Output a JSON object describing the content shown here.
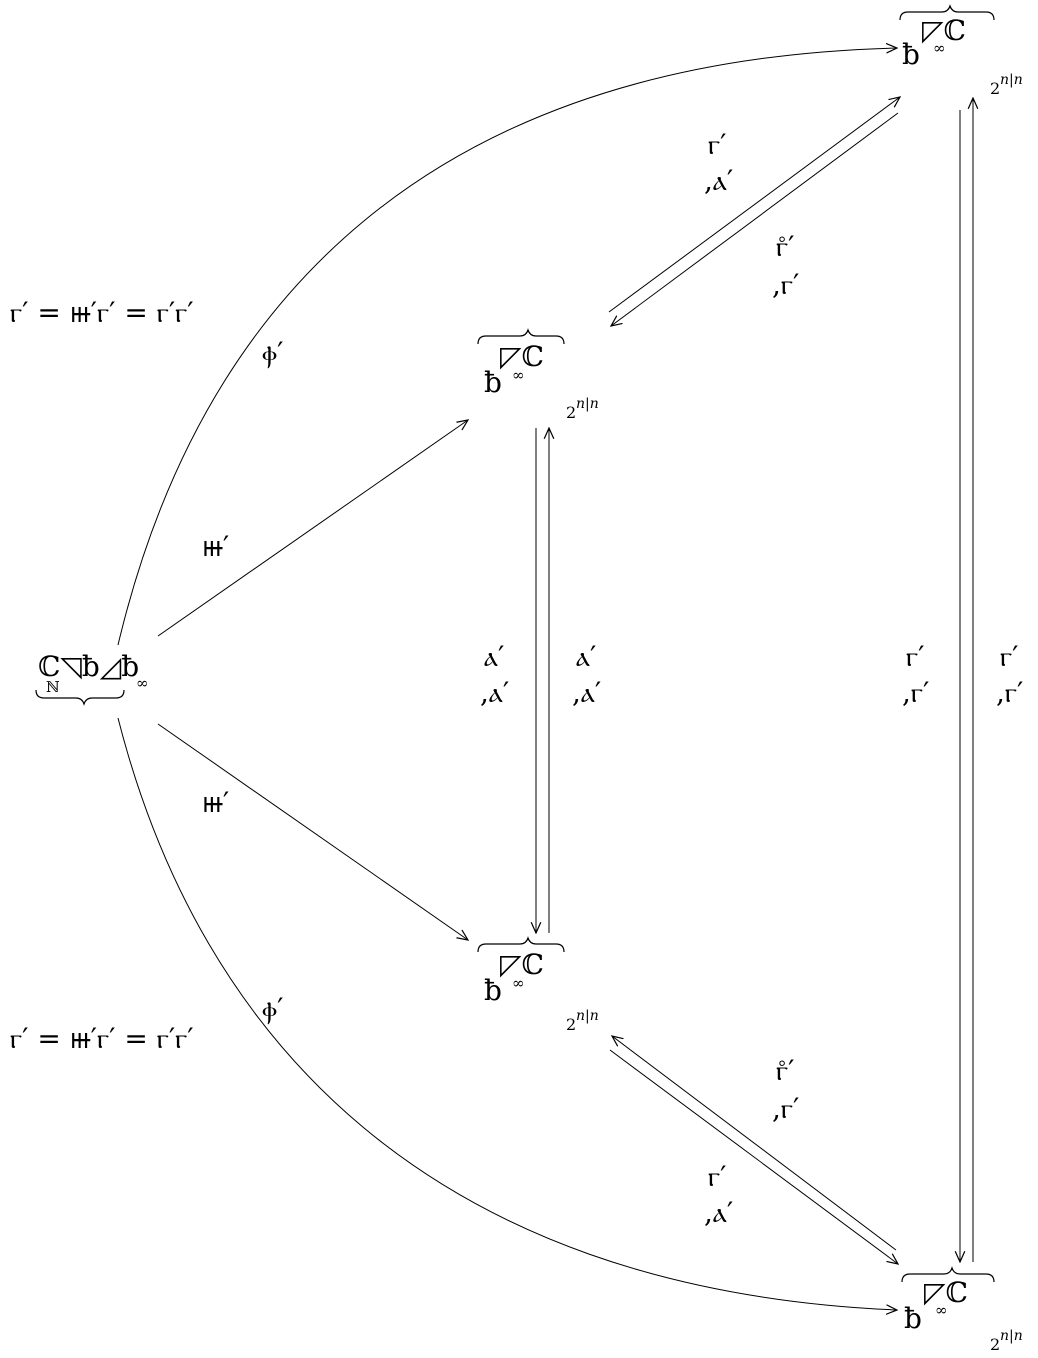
{
  "nodes": {
    "source": {
      "main": "ℂ◹ƀ◿ƀ",
      "sub_left": "ℕ",
      "sub_right": "∞"
    },
    "top_right": {
      "base": "ƀ",
      "over": "◸ℂ",
      "sub": "∞",
      "sup": "2",
      "sup_exp": "n|n"
    },
    "mid_top": {
      "base": "ƀ",
      "over": "◸ℂ",
      "sub": "∞",
      "sup": "2",
      "sup_exp": "n|n"
    },
    "mid_bottom": {
      "base": "ƀ",
      "over": "◸ℂ",
      "sub": "∞",
      "sup": "2",
      "sup_exp": "n|n"
    },
    "bottom_right": {
      "base": "ƀ",
      "over": "◸ℂ",
      "sub": "∞",
      "sup": "2",
      "sup_exp": "n|n"
    }
  },
  "equations": {
    "top": "ⲅ′ = ⲿ′ⲅ′ = ⲅ′ⲅ′",
    "bottom": "ⲅ′ = ⲿ′ⲅ′ = ⲅ′ⲅ′"
  },
  "labels": {
    "arc_top": "ⲫ′",
    "arc_bottom": "ⲫ′",
    "src_to_mid_top": "ⲿ′",
    "src_to_mid_bottom": "ⲿ′",
    "mid_left_1": "ⲁ′",
    "mid_left_2": ",ⲁ′",
    "mid_right_1": "ⲁ′",
    "mid_right_2": ",ⲁ′",
    "right_left_1": "ⲅ′",
    "right_left_2": ",ⲅ′",
    "right_right_1": "ⲅ′",
    "right_right_2": ",ⲅ′",
    "diag_top_in_1": "ⲅ′",
    "diag_top_in_2": ",ⲁ′",
    "diag_top_out_1": "ⲅ̊′",
    "diag_top_out_2": ",ⲅ′",
    "diag_bot_in_1": "ⲅ′",
    "diag_bot_in_2": ",ⲁ′",
    "diag_bot_out_1": "ⲅ̊′",
    "diag_bot_out_2": ",ⲅ′"
  }
}
